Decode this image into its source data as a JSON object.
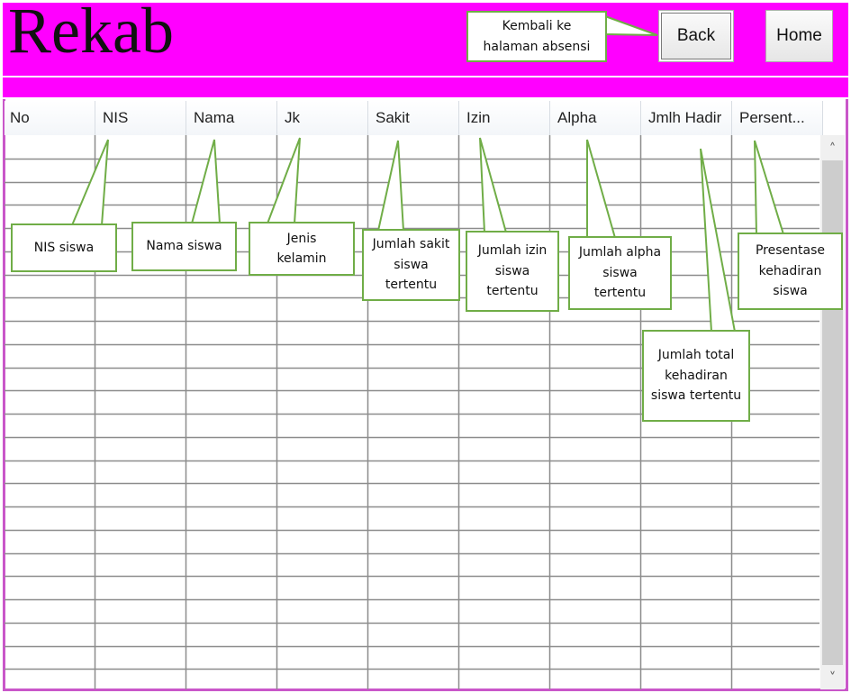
{
  "app": {
    "title": "Rekab"
  },
  "toolbar": {
    "back_label": "Back",
    "home_label": "Home"
  },
  "table": {
    "columns": [
      "No",
      "NIS",
      "Nama",
      "Jk",
      "Sakit",
      "Izin",
      "Alpha",
      "Jmlh Hadir",
      "Persent..."
    ]
  },
  "scrollbar": {
    "up_glyph": "˄",
    "down_glyph": "˅"
  },
  "callouts": {
    "back": "Kembali ke halaman absensi",
    "nis": "NIS siswa",
    "nama": "Nama siswa",
    "jk": "Jenis kelamin",
    "sakit": "Jumlah sakit siswa tertentu",
    "izin": "Jumlah izin siswa tertentu",
    "alpha": "Jumlah alpha siswa tertentu",
    "hadir": "Jumlah total kehadiran siswa tertentu",
    "persen": "Presentase kehadiran siswa"
  },
  "colors": {
    "header_bg": "#ff00ff",
    "callout_border": "#70ad47",
    "grid_line": "#8c8c8c"
  }
}
